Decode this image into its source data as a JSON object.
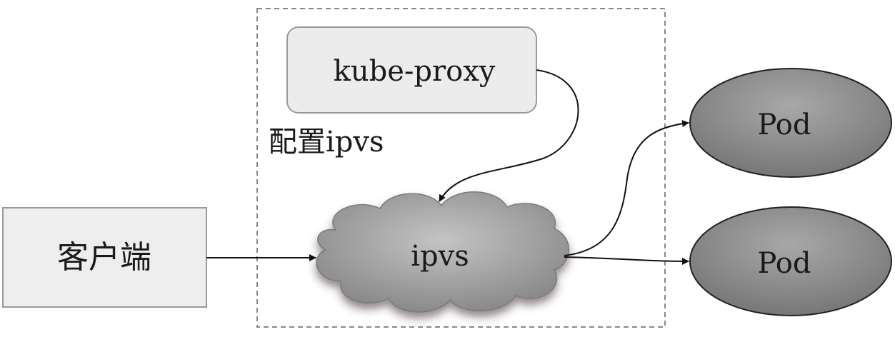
{
  "diagram": {
    "kube_proxy_label": "kube-proxy",
    "config_label": "配置ipvs",
    "ipvs_label": "ipvs",
    "client_label": "客户端",
    "pod_top_label": "Pod",
    "pod_bottom_label": "Pod"
  },
  "colors": {
    "kube_proxy_fill": "#ececec",
    "client_fill": "#eeeeee",
    "pod_fill": "#8c8c8c",
    "cloud_fill": "#a0a0a0",
    "boundary_stroke": "#888888"
  }
}
